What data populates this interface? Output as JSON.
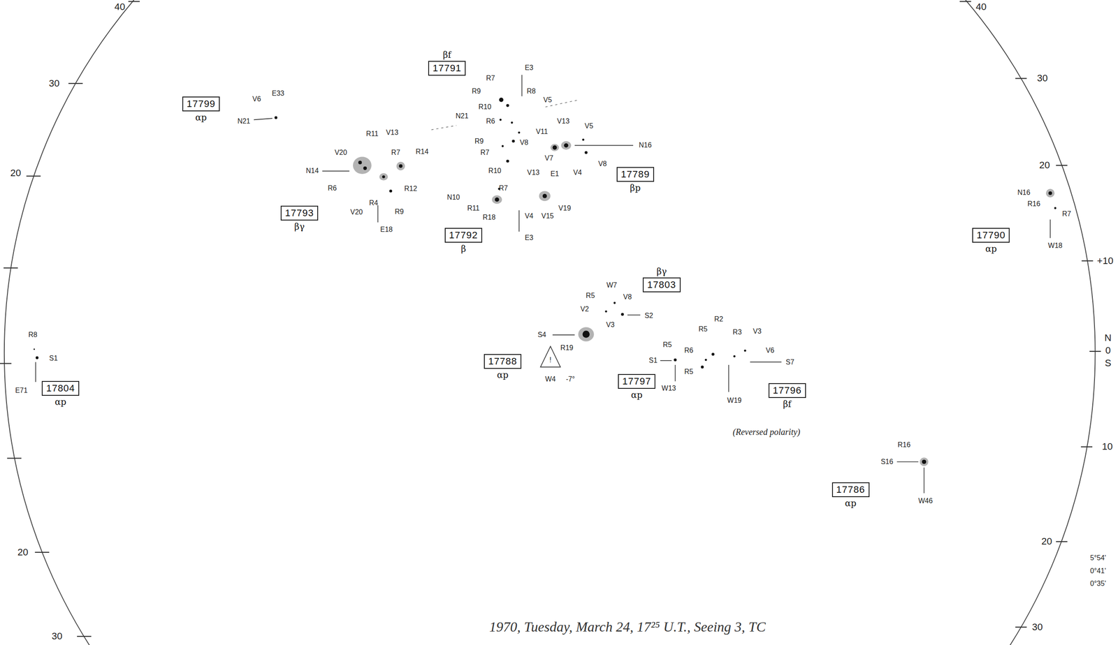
{
  "diagram": {
    "caption": "1970, Tuesday, March 24, 17²⁵ U.T., Seeing 3, TC",
    "nodes": [
      {
        "text": [
          "17791",
          "βf"
        ]
      },
      {
        "text": [
          "17799",
          "αp"
        ]
      },
      {
        "text": [
          "17789",
          "βp"
        ]
      },
      {
        "text": [
          "17793",
          "βγ"
        ]
      },
      {
        "text": [
          "17792",
          "β"
        ]
      },
      {
        "text": [
          "17790",
          "αp"
        ]
      },
      {
        "text": [
          "17803",
          "βγ"
        ]
      },
      {
        "text": [
          "17788",
          "αp"
        ]
      },
      {
        "text": [
          "17797",
          "αp"
        ]
      },
      {
        "text": [
          "17804",
          "αp"
        ]
      },
      {
        "text": [
          "17796",
          "βf"
        ]
      },
      {
        "text": [
          "17786",
          "αp"
        ]
      }
    ],
    "labels": [
      "40",
      "30",
      "20",
      "20",
      "30",
      "40",
      "30",
      "20",
      "+10",
      "N",
      "0",
      "S",
      "10",
      "20",
      "30",
      "5°54'",
      "0°41'",
      "0°35'",
      "E33",
      "V6",
      "N21",
      "E3",
      "R7",
      "R9",
      "R8",
      "V5",
      "R10",
      "N21",
      "R6",
      "V13",
      "V11",
      "R9",
      "V8",
      "R7",
      "R10",
      "N16",
      "V5",
      "V8",
      "V4",
      "E1",
      "V13",
      "V7",
      "N14",
      "R6",
      "V20",
      "R11",
      "V13",
      "R7",
      "R14",
      "R12",
      "R4",
      "R9",
      "V20",
      "E18",
      "N10",
      "R7",
      "R11",
      "R18",
      "V4",
      "V15",
      "V19",
      "E3",
      "N16",
      "R16",
      "R7",
      "W18",
      "W7",
      "V8",
      "R5",
      "V2",
      "V3",
      "S2",
      "S4",
      "R19",
      "W4",
      "-7°",
      "S1",
      "R5",
      "W13",
      "R6",
      "R5",
      "W19",
      "S7",
      "V6",
      "V3",
      "R3",
      "R2",
      "R5",
      "(Reversed polarity)",
      "E71",
      "S1",
      "R8",
      "S16",
      "R16",
      "W46",
      "!"
    ]
  }
}
